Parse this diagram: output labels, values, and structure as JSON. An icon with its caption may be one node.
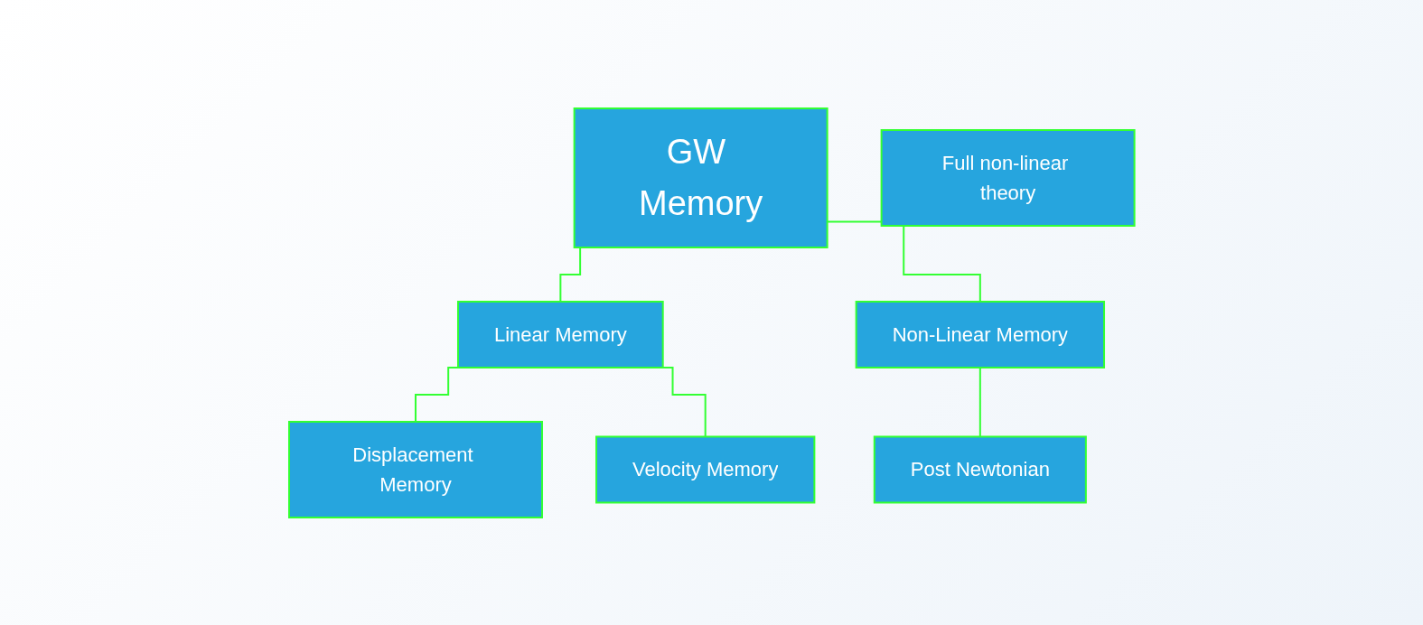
{
  "diagram": {
    "nodes": [
      {
        "text": [
          "GW Memory"
        ]
      },
      {
        "text": [
          "Linear Memory"
        ]
      },
      {
        "text": [
          "Non-Linear Memory"
        ]
      },
      {
        "text": [
          "Displacement Memory"
        ]
      },
      {
        "text": [
          "Velocity Memory"
        ]
      },
      {
        "text": [
          "Post Newtonian"
        ]
      },
      {
        "text": [
          "Full non-linear theory"
        ]
      }
    ],
    "edges": [
      {
        "from": 0,
        "to": 1,
        "arrow": "none"
      },
      {
        "from": 0,
        "to": 2,
        "arrow": "none"
      },
      {
        "from": 1,
        "to": 3,
        "arrow": "none"
      },
      {
        "from": 1,
        "to": 4,
        "arrow": "none"
      },
      {
        "from": 2,
        "to": 5,
        "arrow": "none"
      }
    ]
  }
}
